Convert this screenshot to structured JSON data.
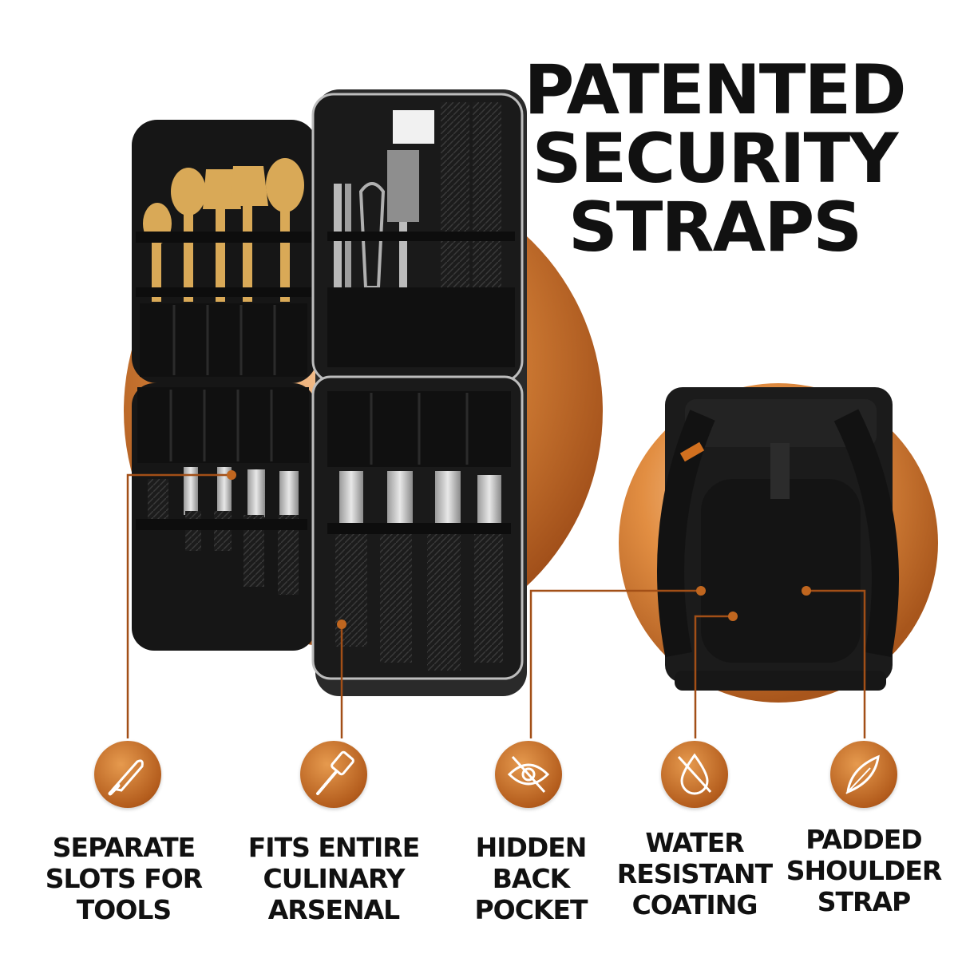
{
  "headline": {
    "lines": [
      "PATENTED",
      "SECURITY",
      "STRAPS"
    ]
  },
  "colors": {
    "accent": "#c06a24",
    "dark": "#111111",
    "bag": "#1b1b1b",
    "wood": "#d7a654"
  },
  "features": [
    {
      "icon": "knife-icon",
      "lines": [
        "SEPARATE",
        "SLOTS FOR",
        "TOOLS"
      ]
    },
    {
      "icon": "spatula-icon",
      "lines": [
        "FITS ENTIRE",
        "CULINARY",
        "ARSENAL"
      ]
    },
    {
      "icon": "hidden-eye-icon",
      "lines": [
        "HIDDEN",
        "BACK",
        "POCKET"
      ]
    },
    {
      "icon": "water-drop-icon",
      "lines": [
        "WATER",
        "RESISTANT",
        "COATING"
      ]
    },
    {
      "icon": "feather-icon",
      "lines": [
        "PADDED",
        "SHOULDER",
        "STRAP"
      ]
    }
  ]
}
